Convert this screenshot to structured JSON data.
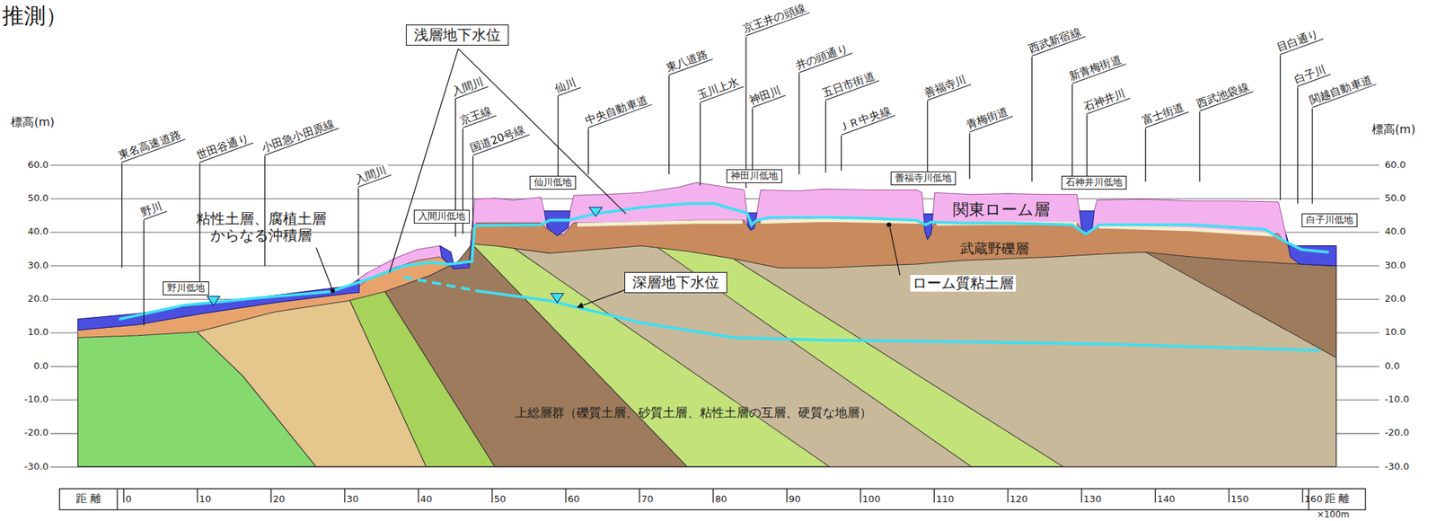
{
  "diagram": {
    "nodes": [
      {
        "text": [
          "浅層地下水位"
        ]
      },
      {
        "text": [
          "深層地下水位"
        ]
      },
      {
        "text": [
          "野川低地"
        ]
      },
      {
        "text": [
          "入間川低地"
        ]
      },
      {
        "text": [
          "仙川低地"
        ]
      },
      {
        "text": [
          "神田川低地"
        ]
      },
      {
        "text": [
          "善福寺川低地"
        ]
      },
      {
        "text": [
          "石神井川低地"
        ]
      },
      {
        "text": [
          "白子川低地"
        ]
      }
    ],
    "labels": [
      "推測）",
      "標高(m)",
      "標高(m)",
      "60.0",
      "50.0",
      "40.0",
      "30.0",
      "20.0",
      "10.0",
      "0.0",
      "-10.0",
      "-20.0",
      "-30.0",
      "60.0",
      "50.0",
      "40.0",
      "30.0",
      "20.0",
      "10.0",
      "0.0",
      "-10.0",
      "-20.0",
      "-30.0",
      "東名高速道路",
      "野川",
      "世田谷通り",
      "小田急小田原線",
      "入間川",
      "入間川",
      "京王線",
      "国道20号線",
      "仙川",
      "中央自動車道",
      "東八道路",
      "京王井の頭線",
      "玉川上水",
      "神田川",
      "井の頭通り",
      "五日市街道",
      "ＪＲ中央線",
      "善福寺川",
      "青梅街道",
      "西武新宿線",
      "新青梅街道",
      "石神井川",
      "富士街道",
      "西武池袋線",
      "目白通り",
      "白子川",
      "関越自動車道",
      "粘性土層、腐植土層 からなる沖積層",
      "関東ローム層",
      "武蔵野礫層",
      "ローム質粘土層",
      "上総層群（礫質土層、砂質土層、粘性土層の互層、硬質な地層）",
      "距 離",
      "距 離",
      "×100m",
      "0",
      "10",
      "20",
      "30",
      "40",
      "50",
      "60",
      "70",
      "80",
      "90",
      "100",
      "110",
      "120",
      "130",
      "140",
      "150",
      "160"
    ]
  }
}
